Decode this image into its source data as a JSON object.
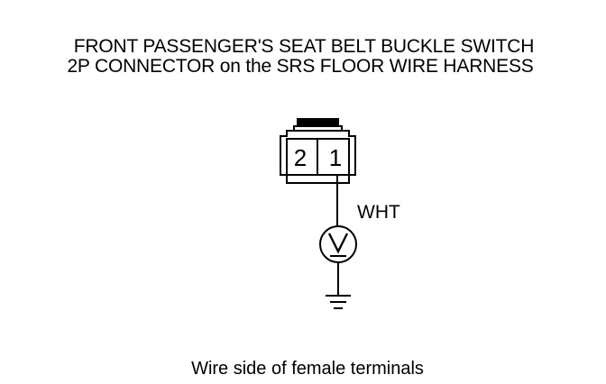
{
  "header": {
    "title_line_1": "FRONT PASSENGER'S SEAT BELT BUCKLE SWITCH",
    "title_line_2": "2P CONNECTOR on the SRS FLOOR WIRE HARNESS"
  },
  "connector": {
    "pins": [
      "2",
      "1"
    ]
  },
  "wire": {
    "color_label": "WHT"
  },
  "meter": {
    "symbol": "V"
  },
  "footer": {
    "caption": "Wire side of female terminals"
  }
}
